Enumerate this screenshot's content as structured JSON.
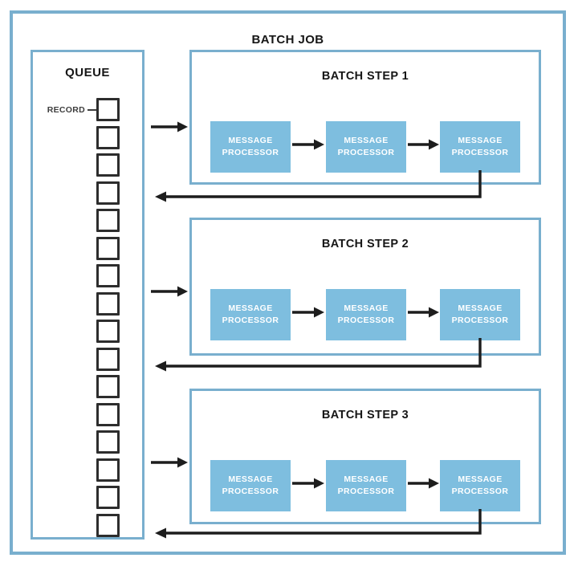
{
  "diagram": {
    "title": "BATCH JOB",
    "queue": {
      "title": "QUEUE",
      "record_label": "RECORD",
      "record_count": 16
    },
    "steps": [
      {
        "label": "BATCH STEP 1",
        "processors": [
          "MESSAGE PROCESSOR",
          "MESSAGE PROCESSOR",
          "MESSAGE PROCESSOR"
        ]
      },
      {
        "label": "BATCH STEP 2",
        "processors": [
          "MESSAGE PROCESSOR",
          "MESSAGE PROCESSOR",
          "MESSAGE PROCESSOR"
        ]
      },
      {
        "label": "BATCH STEP 3",
        "processors": [
          "MESSAGE PROCESSOR",
          "MESSAGE PROCESSOR",
          "MESSAGE PROCESSOR"
        ]
      }
    ],
    "colors": {
      "border_blue": "#79afce",
      "processor_fill": "#7ebedf",
      "processor_text": "#ffffff",
      "arrow_black": "#1d1d1d",
      "record_border": "#2d2d2d"
    }
  }
}
